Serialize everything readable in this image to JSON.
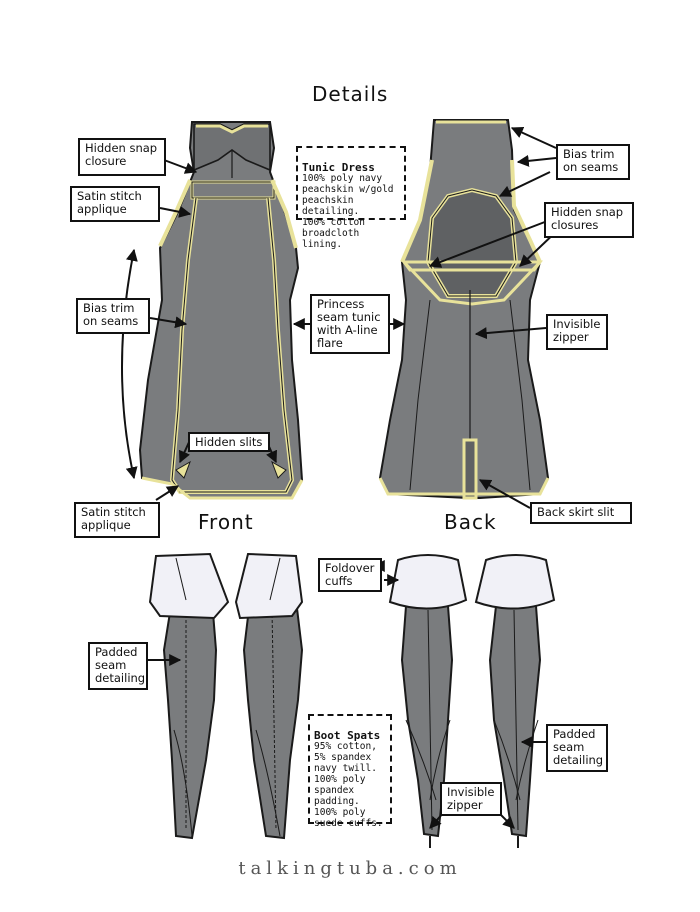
{
  "title": "Details",
  "labels": {
    "front": "Front",
    "back": "Back"
  },
  "callouts": {
    "hidden_snap_closure": "Hidden snap\nclosure",
    "satin_stitch_top": "Satin stitch\napplique",
    "bias_trim_front": "Bias trim\non seams",
    "satin_stitch_bottom": "Satin stitch\napplique",
    "hidden_slits": "Hidden slits",
    "princess_seam": "Princess\nseam tunic\nwith A-line\nflare",
    "bias_trim_back": "Bias trim\non seams",
    "hidden_snap_closures": "Hidden snap\nclosures",
    "invisible_zipper_dress": "Invisible\nzipper",
    "back_skirt_slit": "Back skirt slit",
    "foldover_cuffs": "Foldover\ncuffs",
    "padded_seam_left": "Padded\nseam\ndetailing",
    "padded_seam_right": "Padded\nseam\ndetailing",
    "invisible_zipper_boots": "Invisible\nzipper"
  },
  "notes": {
    "tunic": {
      "title": "Tunic Dress",
      "body": "100% poly navy\npeachskin w/gold\npeachskin detailing.\n100% cotton\nbroadcloth lining."
    },
    "boots": {
      "title": "Boot Spats",
      "body": "95% cotton,\n5% spandex\nnavy twill.\n100% poly\nspandex\npadding.\n100% poly\nsuede cuffs."
    }
  },
  "footer": "talkingtuba.com",
  "colors": {
    "garment": "#7a7c7e",
    "trim": "#e8e29a",
    "cuff": "#f1f1f7",
    "outline": "#1a1a1a"
  }
}
